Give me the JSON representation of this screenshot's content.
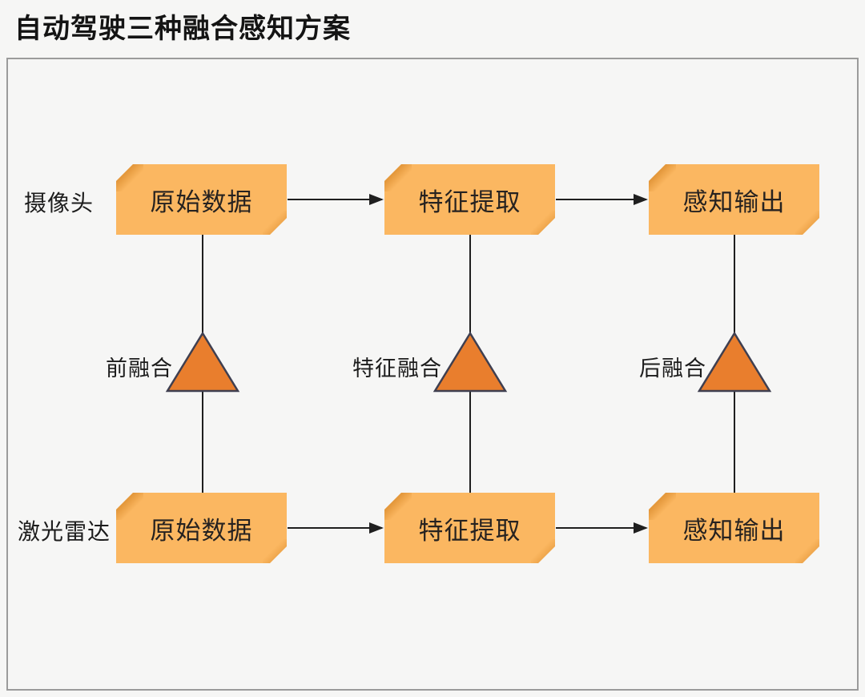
{
  "title": "自动驾驶三种融合感知方案",
  "colors": {
    "box_fill": "#fbb761",
    "triangle_fill": "#e97e2d",
    "triangle_stroke": "#3f3f50",
    "connector": "#1f1f1f",
    "panel_border": "#9b9b9b",
    "background": "#f6f6f5"
  },
  "rows": [
    {
      "source_label": "摄像头",
      "boxes": [
        "原始数据",
        "特征提取",
        "感知输出"
      ]
    },
    {
      "source_label": "激光雷达",
      "boxes": [
        "原始数据",
        "特征提取",
        "感知输出"
      ]
    }
  ],
  "fusions": [
    {
      "label": "前融合"
    },
    {
      "label": "特征融合"
    },
    {
      "label": "后融合"
    }
  ]
}
